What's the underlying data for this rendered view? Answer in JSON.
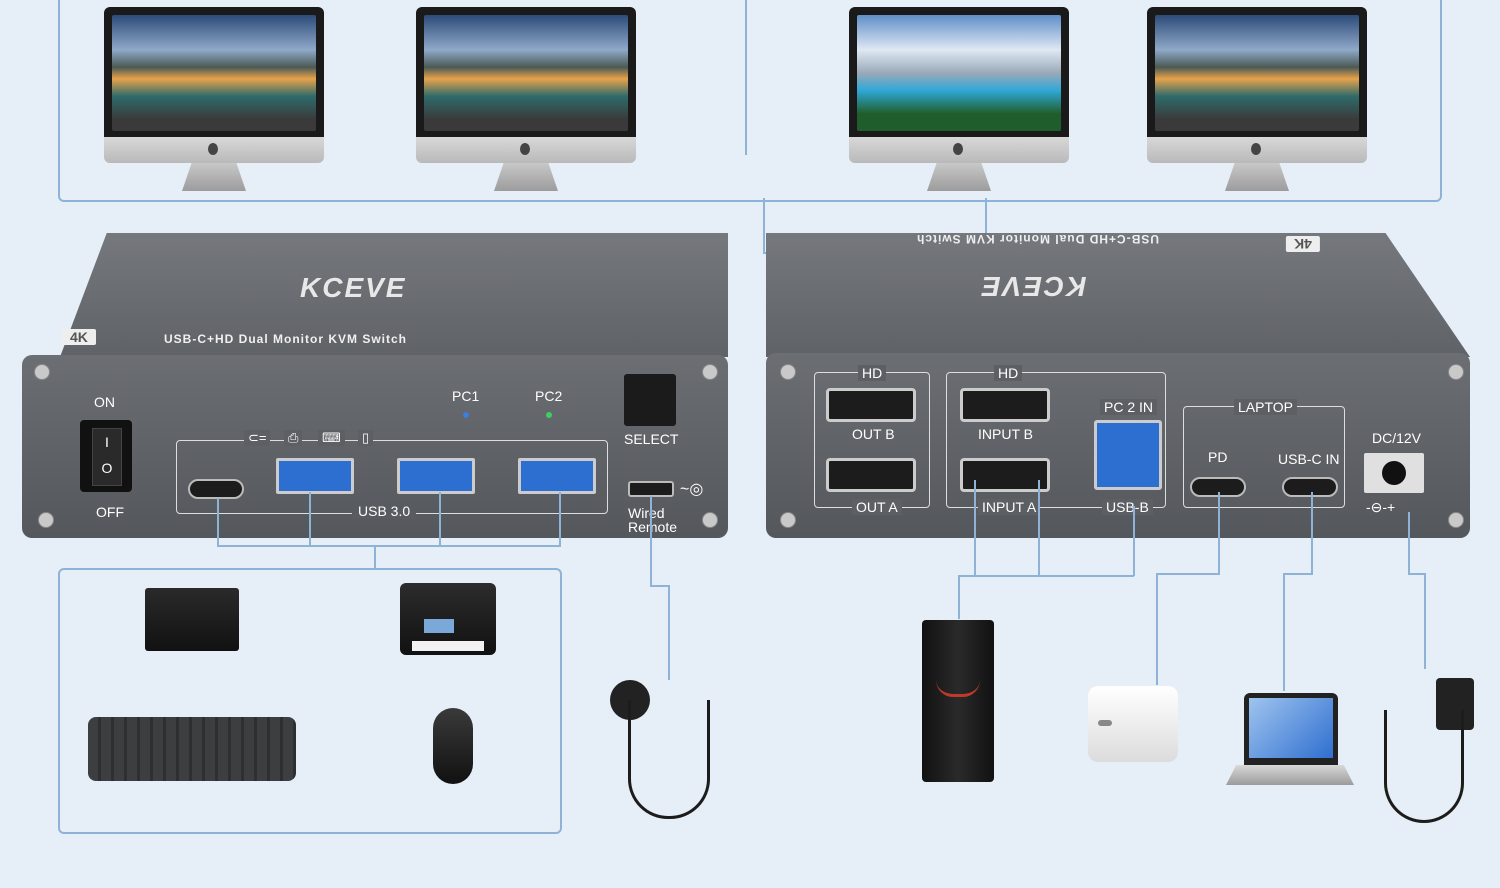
{
  "brand": "KCEVE",
  "product": {
    "badge": "4K",
    "name": "USB-C+HD Dual Monitor KVM Switch"
  },
  "front_panel": {
    "switch_on": "ON",
    "switch_off": "OFF",
    "pc1": "PC1",
    "pc2": "PC2",
    "select": "SELECT",
    "usb_group": "USB 3.0",
    "wired_remote": "Wired\nRemote"
  },
  "back_panel": {
    "hd_out": "HD",
    "out_b": "OUT B",
    "out_a": "OUT A",
    "hd_in": "HD",
    "input_b": "INPUT B",
    "input_a": "INPUT A",
    "pc2_in": "PC 2 IN",
    "usb_b": "USB-B",
    "laptop": "LAPTOP",
    "pd": "PD",
    "usbc_in": "USB-C IN",
    "dc": "DC/12V",
    "polarity": "-⊖-+"
  },
  "colors": {
    "background": "#e6eef7",
    "line": "#8fb3d6",
    "device": "#5e6166",
    "led_pc1": "#3b7de0",
    "led_pc2": "#3bd060",
    "usb_port": "#2d6fd0"
  },
  "icons": [
    "usb-c-icon",
    "printer-icon",
    "keyboard-icon",
    "mouse-icon",
    "remote-jack-icon"
  ]
}
